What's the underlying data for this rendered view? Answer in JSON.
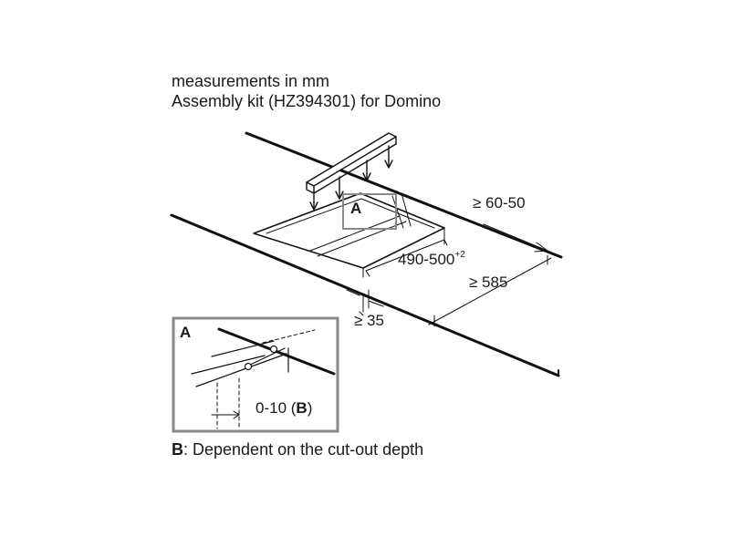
{
  "header": {
    "line1": "measurements in mm",
    "line2": "Assembly kit (HZ394301) for Domino"
  },
  "dimensions": {
    "depth_gap": "≥ 60-50",
    "cutout_base": "490-500",
    "cutout_sup": "+2",
    "cutout_min": "≥ 585",
    "front_edge": "≥ 35"
  },
  "callout": {
    "marker": "A",
    "detail_label": "A",
    "range": "0-10 (",
    "range_key": "B",
    "range_close": ")"
  },
  "footnote": {
    "key": "B",
    "text": ": Dependent on the cut-out depth"
  },
  "colors": {
    "line": "#111111",
    "frame": "#8a8a8a"
  }
}
